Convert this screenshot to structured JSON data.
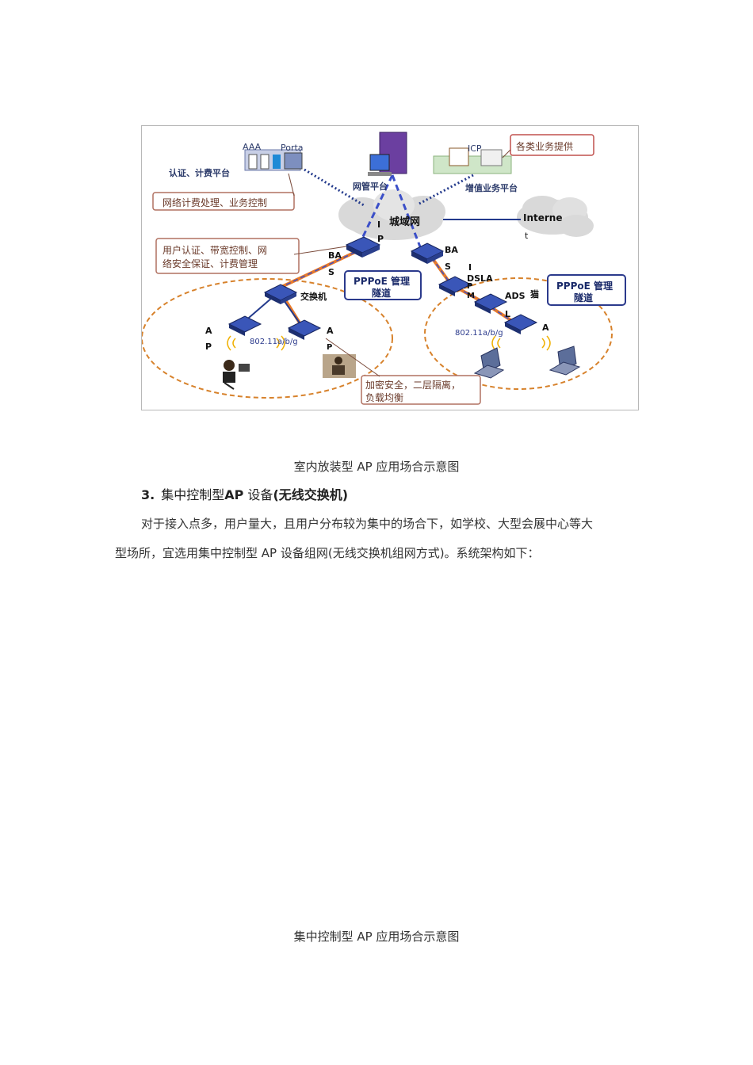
{
  "figure1": {
    "labels": {
      "aaa": "AAA",
      "portal": "Porta",
      "auth_platform": "认证、计费平台",
      "nms": "网管平台",
      "icp": "ICP",
      "services_box": "各类业务提供",
      "vas_platform": "增值业务平台",
      "billing_box": "网络计费处理、业务控制",
      "metro": "城域网",
      "internet": "Interne",
      "internet_t": "t",
      "user_box_line1": "用户认证、带宽控制、网",
      "user_box_line2": "络安全保证、计费管理",
      "bas_left": "BA",
      "bas_left_s": "S",
      "bas_right": "BA",
      "bas_right_s": "S",
      "ip_i": "I",
      "ip_p": "P",
      "ip_i2": "I",
      "dslam": "DSLA",
      "ip_p2": "P",
      "m": "M",
      "ads": "ADS",
      "l": "L",
      "mao": "猫",
      "pppoe_left_l1": "PPPoE 管理",
      "pppoe_left_l2": "隧道",
      "pppoe_right_l1": "PPPoE 管理",
      "pppoe_right_l2": "隧道",
      "switch": "交换机",
      "ap_a_left": "A",
      "ap_p_left": "P",
      "wlan_left": "802.11a/b/g",
      "ap_a_mid": "A",
      "ap_p_mid": "P",
      "wlan_right": "802.11a/b/g",
      "ap_a_right": "A",
      "security_l1": "加密安全，二层隔离，",
      "security_l2": "负载均衡"
    }
  },
  "caption1": "室内放装型 AP 应用场合示意图",
  "heading": {
    "number": "3.",
    "text_prefix": "集中控制型",
    "text_ap": "AP",
    "text_suffix": " 设备",
    "text_paren": "(无线交换机)"
  },
  "paragraph": {
    "line1": "对于接入点多，用户量大，且用户分布较为集中的场合下，如学校、大型会展中心等大",
    "line2": "型场所，宜选用集中控制型 AP 设备组网(无线交换机组网方式)。系统架构如下："
  },
  "caption2": "集中控制型 AP 应用场合示意图"
}
